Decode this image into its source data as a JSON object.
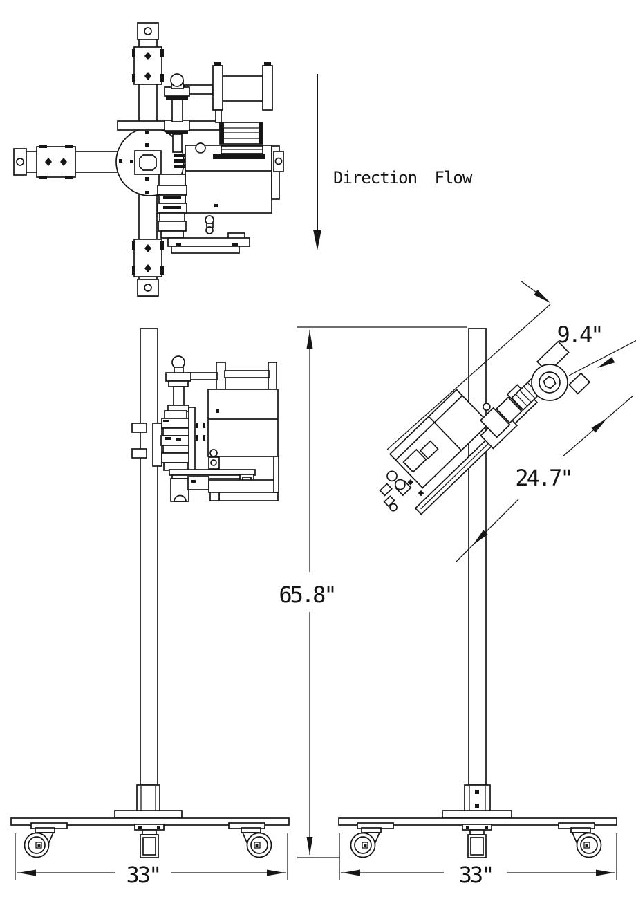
{
  "drawing": {
    "background_color": "#ffffff",
    "line_color": "#161616",
    "annotations": {
      "direction_flow_label": "Direction Flow",
      "dim_head_offset": "9.4\"",
      "dim_head_length": "24.7\"",
      "dim_overall_height": "65.8\"",
      "dim_base_width_front": "33\"",
      "dim_base_width_side": "33\""
    }
  }
}
